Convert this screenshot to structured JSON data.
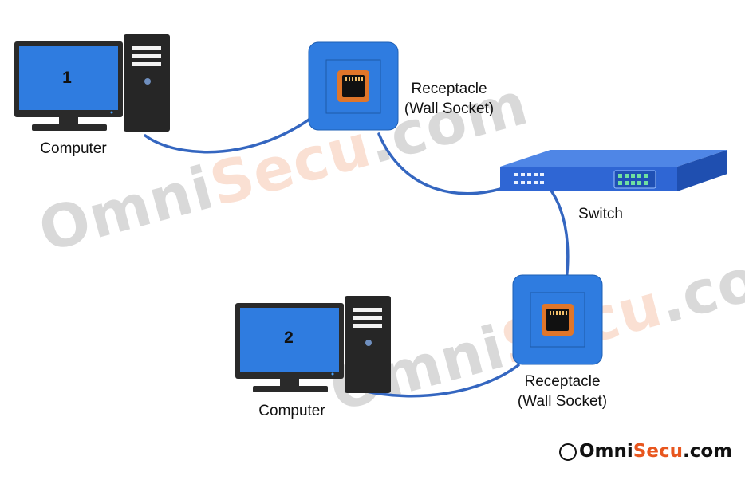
{
  "watermark": {
    "part1": "Omni",
    "part2": "Secu",
    "part3": ".com"
  },
  "nodes": {
    "computer1": {
      "number": "1",
      "label": "Computer"
    },
    "computer2": {
      "number": "2",
      "label": "Computer"
    },
    "socket1": {
      "label_line1": "Receptacle",
      "label_line2": "(Wall Socket)"
    },
    "socket2": {
      "label_line1": "Receptacle",
      "label_line2": "(Wall Socket)"
    },
    "switch": {
      "label": "Switch"
    }
  },
  "logo": {
    "copyright": "©",
    "part1": "Omni",
    "part2": "Secu",
    "part3": ".com"
  },
  "colors": {
    "cable": "#3466c0",
    "device_blue": "#2f7ce0",
    "switch_blue": "#2f66d4",
    "jack_orange": "#e0762a",
    "case_dark": "#262626"
  }
}
